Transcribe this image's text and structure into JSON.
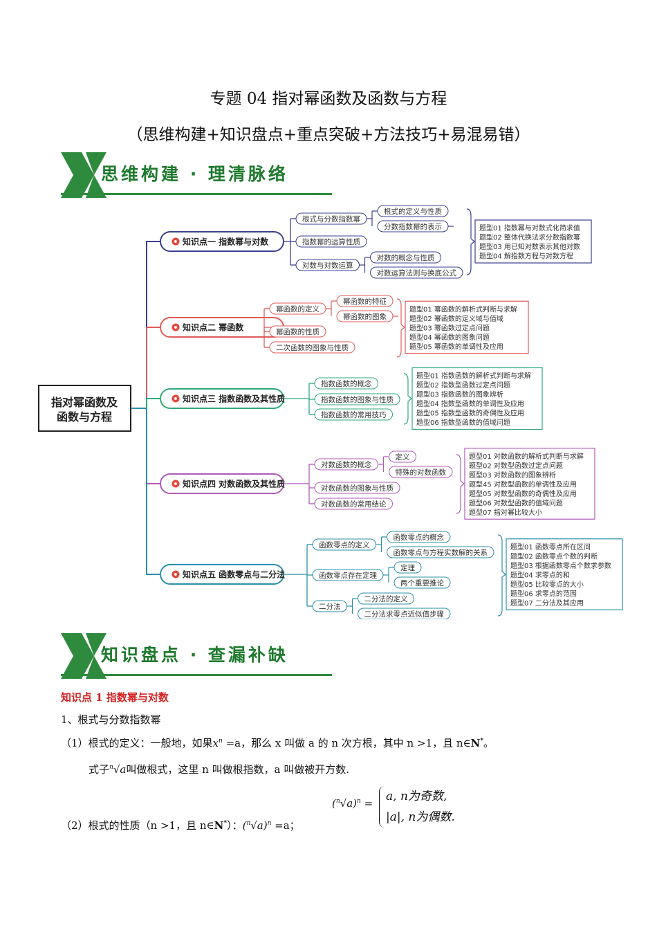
{
  "title": {
    "line1": "专题 04  指对幂函数及函数与方程",
    "line2": "（思维构建+知识盘点+重点突破+方法技巧+易混易错）"
  },
  "banner1": "思维构建 · 理清脉络",
  "banner2": "知识盘点 · 查漏补缺",
  "mindmap": {
    "root": "指对幂函数及函数与方程",
    "root_line1": "指对幂函数及",
    "root_line2": "函数与方程",
    "branches": [
      {
        "label": "知识点一 指数幂与对数",
        "color": "#3b3f8f",
        "children": [
          {
            "label": "根式与分数指数幂",
            "subs": [
              "根式的定义与性质",
              "分数指数幂的表示"
            ]
          },
          {
            "label": "指数幂的运算性质",
            "subs": []
          },
          {
            "label": "对数与对数运算",
            "subs": [
              "对数的概念与性质",
              "对数运算法则与换底公式"
            ]
          }
        ],
        "types": [
          "题型01  指数幂与对数式化简求值",
          "题型02  整体代换法求分数指数幂",
          "题型03  用已知对数表示其他对数",
          "题型04  解指数方程与对数方程"
        ]
      },
      {
        "label": "知识点二 幂函数",
        "color": "#e05a5a",
        "children": [
          {
            "label": "幂函数的定义",
            "subs": [
              "幂函数的特征",
              "幂函数的图象"
            ]
          },
          {
            "label": "幂函数的性质",
            "subs": []
          },
          {
            "label": "二次函数的图象与性质",
            "subs": []
          }
        ],
        "types": [
          "题型01  幂函数的解析式判断与求解",
          "题型02  幂函数的定义域与值域",
          "题型03  幂函数过定点问题",
          "题型04  幂函数的图象问题",
          "题型05  幂函数的单调性及应用"
        ]
      },
      {
        "label": "知识点三 指数函数及其性质",
        "color": "#2ea97a",
        "children": [
          {
            "label": "指数函数的概念",
            "subs": []
          },
          {
            "label": "指数函数的图象与性质",
            "subs": []
          },
          {
            "label": "指数函数的常用技巧",
            "subs": []
          }
        ],
        "types": [
          "题型01  指数函数的解析式判断与求解",
          "题型02  指数型函数过定点问题",
          "题型03  指数函数的图象辨析",
          "题型04  指数型函数的单调性及应用",
          "题型05  指数型函数的奇偶性及应用",
          "题型06  指数型函数的值域问题"
        ]
      },
      {
        "label": "知识点四 对数函数及其性质",
        "color": "#b05ab8",
        "children": [
          {
            "label": "对数函数的概念",
            "subs": [
              "定义",
              "特殊的对数函数"
            ]
          },
          {
            "label": "对数函数的图象与性质",
            "subs": []
          },
          {
            "label": "对数函数的常用结论",
            "subs": []
          }
        ],
        "types": [
          "题型01  对数函数的解析式判断与求解",
          "题型02  对数型函数过定点问题",
          "题型03  对数函数的图象辨析",
          "题型45  对数型函数的单调性及应用",
          "题型05  对数型函数的奇偶性及应用",
          "题型06  对数型函数的值域问题",
          "题型07  指对幂比较大小"
        ]
      },
      {
        "label": "知识点五 函数零点与二分法",
        "color": "#2a8fa8",
        "children": [
          {
            "label": "函数零点的定义",
            "subs": [
              "函数零点的概念",
              "函数零点与方程实数解的关系"
            ]
          },
          {
            "label": "函数零点存在定理",
            "subs": [
              "定理",
              "两个重要推论"
            ]
          },
          {
            "label": "二分法",
            "subs": [
              "二分法的定义",
              "二分法求零点近似值步骤"
            ]
          }
        ],
        "types": [
          "题型01  函数零点所在区间",
          "题型02  函数零点个数的判断",
          "题型03  根据函数零点个数求参数",
          "题型04  求零点的和",
          "题型05  比较零点的大小",
          "题型06  求零点的范围",
          "题型07  二分法及其应用"
        ]
      }
    ]
  },
  "section": {
    "heading": "知识点 1  指数幂与对数",
    "item1": "1、根式与分数指数幂",
    "def_prefix": "（1）根式的定义：一般地，如果",
    "def_eq": " =a，那么 x 叫做 a 的 n 次方根，其中 n >1，且 n∈",
    "def_end": "。",
    "line2": "式子",
    "line2_rest": "叫做根式，这里 n 叫做根指数，a 叫做被开方数.",
    "prop_prefix": "（2）根式的性质（n >1，且 n∈",
    "prop_mid": "）：",
    "prop_eq1": "=a；",
    "case1": "a, n为奇数,",
    "case2": "|a|, n为偶数."
  }
}
